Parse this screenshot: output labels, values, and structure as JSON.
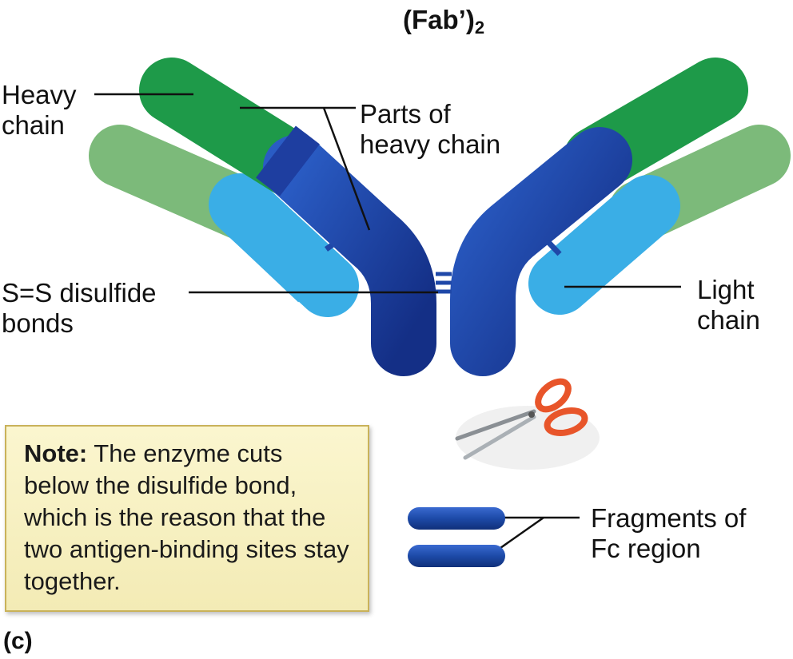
{
  "title": {
    "main": "(Fab’)",
    "sub": "2"
  },
  "labels": {
    "heavy_chain": "Heavy\nchain",
    "parts_heavy": "Parts of\nheavy chain",
    "disulfide": "S=S disulfide\nbonds",
    "light_chain": "Light\nchain",
    "fragments": "Fragments of\nFc region"
  },
  "note": {
    "label": "Note:",
    "text": " The enzyme cuts below the disulfide bond, which is the reason that the two antigen-binding sites stay together."
  },
  "panel_label": "(c)",
  "colors": {
    "heavy_variable": "#1f9a48",
    "light_variable": "#6fb36f",
    "heavy_constant": "#1f48a8",
    "light_constant": "#35a8e0",
    "scissor_handle": "#e8552a"
  }
}
